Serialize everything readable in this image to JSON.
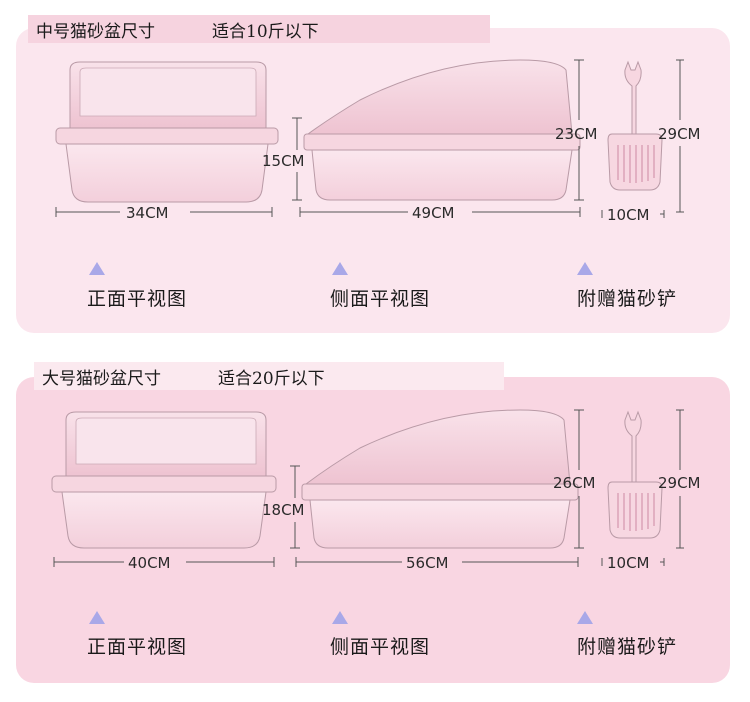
{
  "sections": [
    {
      "name": "中号猫砂盆尺寸",
      "capacity": "适合10斤以下",
      "front_width": "34CM",
      "side_length": "49CM",
      "side_height_low": "15CM",
      "side_height_high": "23CM",
      "scoop_width": "10CM",
      "scoop_height": "29CM",
      "label_front": "正面平视图",
      "label_side": "侧面平视图",
      "label_scoop": "附赠猫砂铲"
    },
    {
      "name": "大号猫砂盆尺寸",
      "capacity": "适合20斤以下",
      "front_width": "40CM",
      "side_length": "56CM",
      "side_height_low": "18CM",
      "side_height_high": "26CM",
      "scoop_width": "10CM",
      "scoop_height": "29CM",
      "label_front": "正面平视图",
      "label_side": "侧面平视图",
      "label_scoop": "附赠猫砂铲"
    }
  ],
  "colors": {
    "panel_light": "#fbe6ee",
    "panel_dark": "#f9d6e2",
    "product_pink": "#f8dde6",
    "outline": "#b99aa6",
    "triangle": "#a9a8e8"
  }
}
